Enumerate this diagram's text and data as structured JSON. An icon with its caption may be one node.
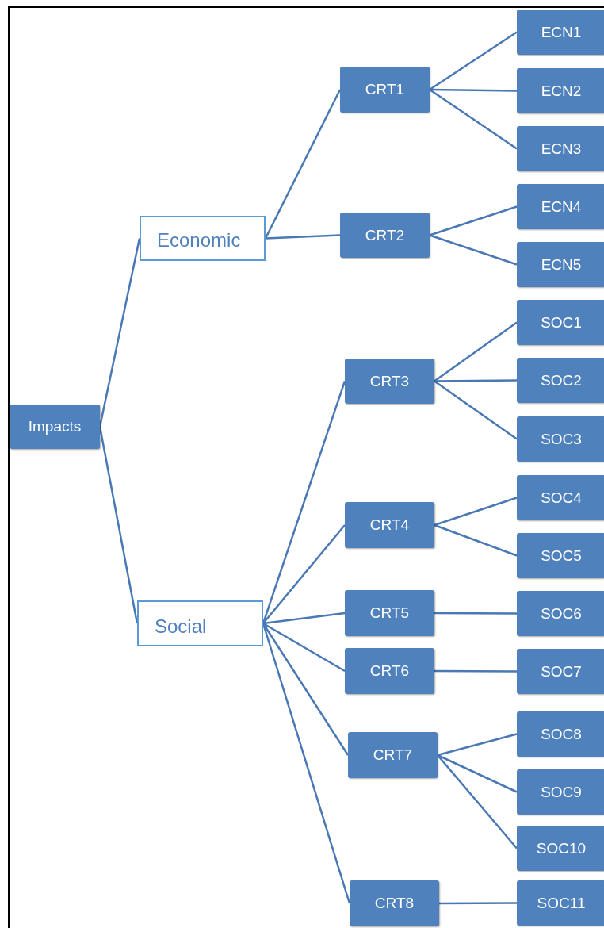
{
  "diagram": {
    "nodes": [
      {
        "text": [
          "Impacts"
        ]
      },
      {
        "text": [
          "Economic"
        ]
      },
      {
        "text": [
          "Social"
        ]
      },
      {
        "text": [
          "CRT1"
        ]
      },
      {
        "text": [
          "CRT2"
        ]
      },
      {
        "text": [
          "CRT3"
        ]
      },
      {
        "text": [
          "CRT4"
        ]
      },
      {
        "text": [
          "CRT5"
        ]
      },
      {
        "text": [
          "CRT6"
        ]
      },
      {
        "text": [
          "CRT7"
        ]
      },
      {
        "text": [
          "CRT8"
        ]
      },
      {
        "text": [
          "ECN1"
        ]
      },
      {
        "text": [
          "ECN2"
        ]
      },
      {
        "text": [
          "ECN3"
        ]
      },
      {
        "text": [
          "ECN4"
        ]
      },
      {
        "text": [
          "ECN5"
        ]
      },
      {
        "text": [
          "SOC1"
        ]
      },
      {
        "text": [
          "SOC2"
        ]
      },
      {
        "text": [
          "SOC3"
        ]
      },
      {
        "text": [
          "SOC4"
        ]
      },
      {
        "text": [
          "SOC5"
        ]
      },
      {
        "text": [
          "SOC6"
        ]
      },
      {
        "text": [
          "SOC7"
        ]
      },
      {
        "text": [
          "SOC8"
        ]
      },
      {
        "text": [
          "SOC9"
        ]
      },
      {
        "text": [
          "SOC10"
        ]
      },
      {
        "text": [
          "SOC11"
        ]
      }
    ],
    "edges": [
      {
        "from": 0,
        "to": 1,
        "arrow": "none"
      },
      {
        "from": 0,
        "to": 2,
        "arrow": "none"
      },
      {
        "from": 1,
        "to": 3,
        "arrow": "none"
      },
      {
        "from": 1,
        "to": 4,
        "arrow": "none"
      },
      {
        "from": 2,
        "to": 5,
        "arrow": "none"
      },
      {
        "from": 2,
        "to": 6,
        "arrow": "none"
      },
      {
        "from": 2,
        "to": 7,
        "arrow": "none"
      },
      {
        "from": 2,
        "to": 8,
        "arrow": "none"
      },
      {
        "from": 2,
        "to": 9,
        "arrow": "none"
      },
      {
        "from": 2,
        "to": 10,
        "arrow": "none"
      },
      {
        "from": 3,
        "to": 11,
        "arrow": "none"
      },
      {
        "from": 3,
        "to": 12,
        "arrow": "none"
      },
      {
        "from": 3,
        "to": 13,
        "arrow": "none"
      },
      {
        "from": 4,
        "to": 14,
        "arrow": "none"
      },
      {
        "from": 4,
        "to": 15,
        "arrow": "none"
      },
      {
        "from": 5,
        "to": 16,
        "arrow": "none"
      },
      {
        "from": 5,
        "to": 17,
        "arrow": "none"
      },
      {
        "from": 5,
        "to": 18,
        "arrow": "none"
      },
      {
        "from": 6,
        "to": 19,
        "arrow": "none"
      },
      {
        "from": 6,
        "to": 20,
        "arrow": "none"
      },
      {
        "from": 7,
        "to": 21,
        "arrow": "none"
      },
      {
        "from": 8,
        "to": 22,
        "arrow": "none"
      },
      {
        "from": 9,
        "to": 23,
        "arrow": "none"
      },
      {
        "from": 9,
        "to": 24,
        "arrow": "none"
      },
      {
        "from": 9,
        "to": 25,
        "arrow": "none"
      },
      {
        "from": 10,
        "to": 26,
        "arrow": "none"
      }
    ]
  }
}
